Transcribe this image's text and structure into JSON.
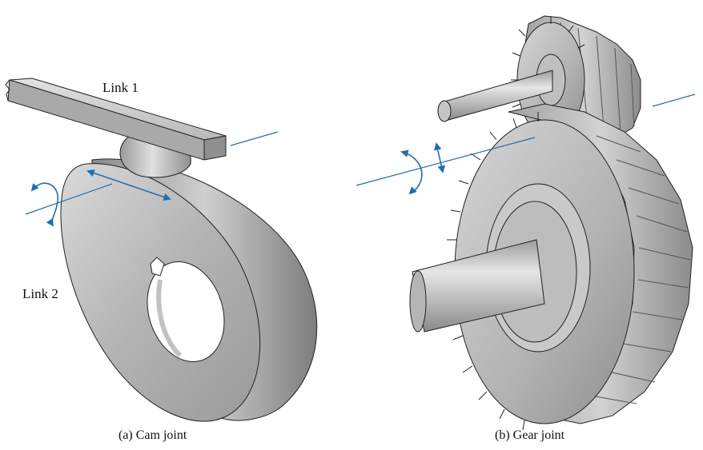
{
  "figure": {
    "panels": [
      {
        "id": "a",
        "caption": "(a) Cam joint",
        "labels": [
          "Link 1",
          "Link 2"
        ]
      },
      {
        "id": "b",
        "caption": "(b) Gear joint"
      }
    ]
  }
}
